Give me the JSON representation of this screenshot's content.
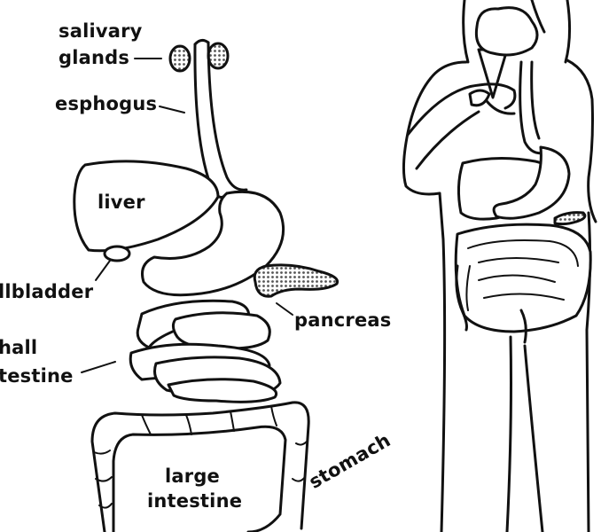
{
  "labels": {
    "salivary_line1": "salivary",
    "salivary_line2": "glands",
    "esophagus": "esphogus",
    "liver": "liver",
    "stomach": "stomach",
    "gallbladder": "llbladder",
    "pancreas": "pancreas",
    "small_line1": "hall",
    "small_line2": "testine",
    "large_line1": "large",
    "large_line2": "intestine"
  }
}
